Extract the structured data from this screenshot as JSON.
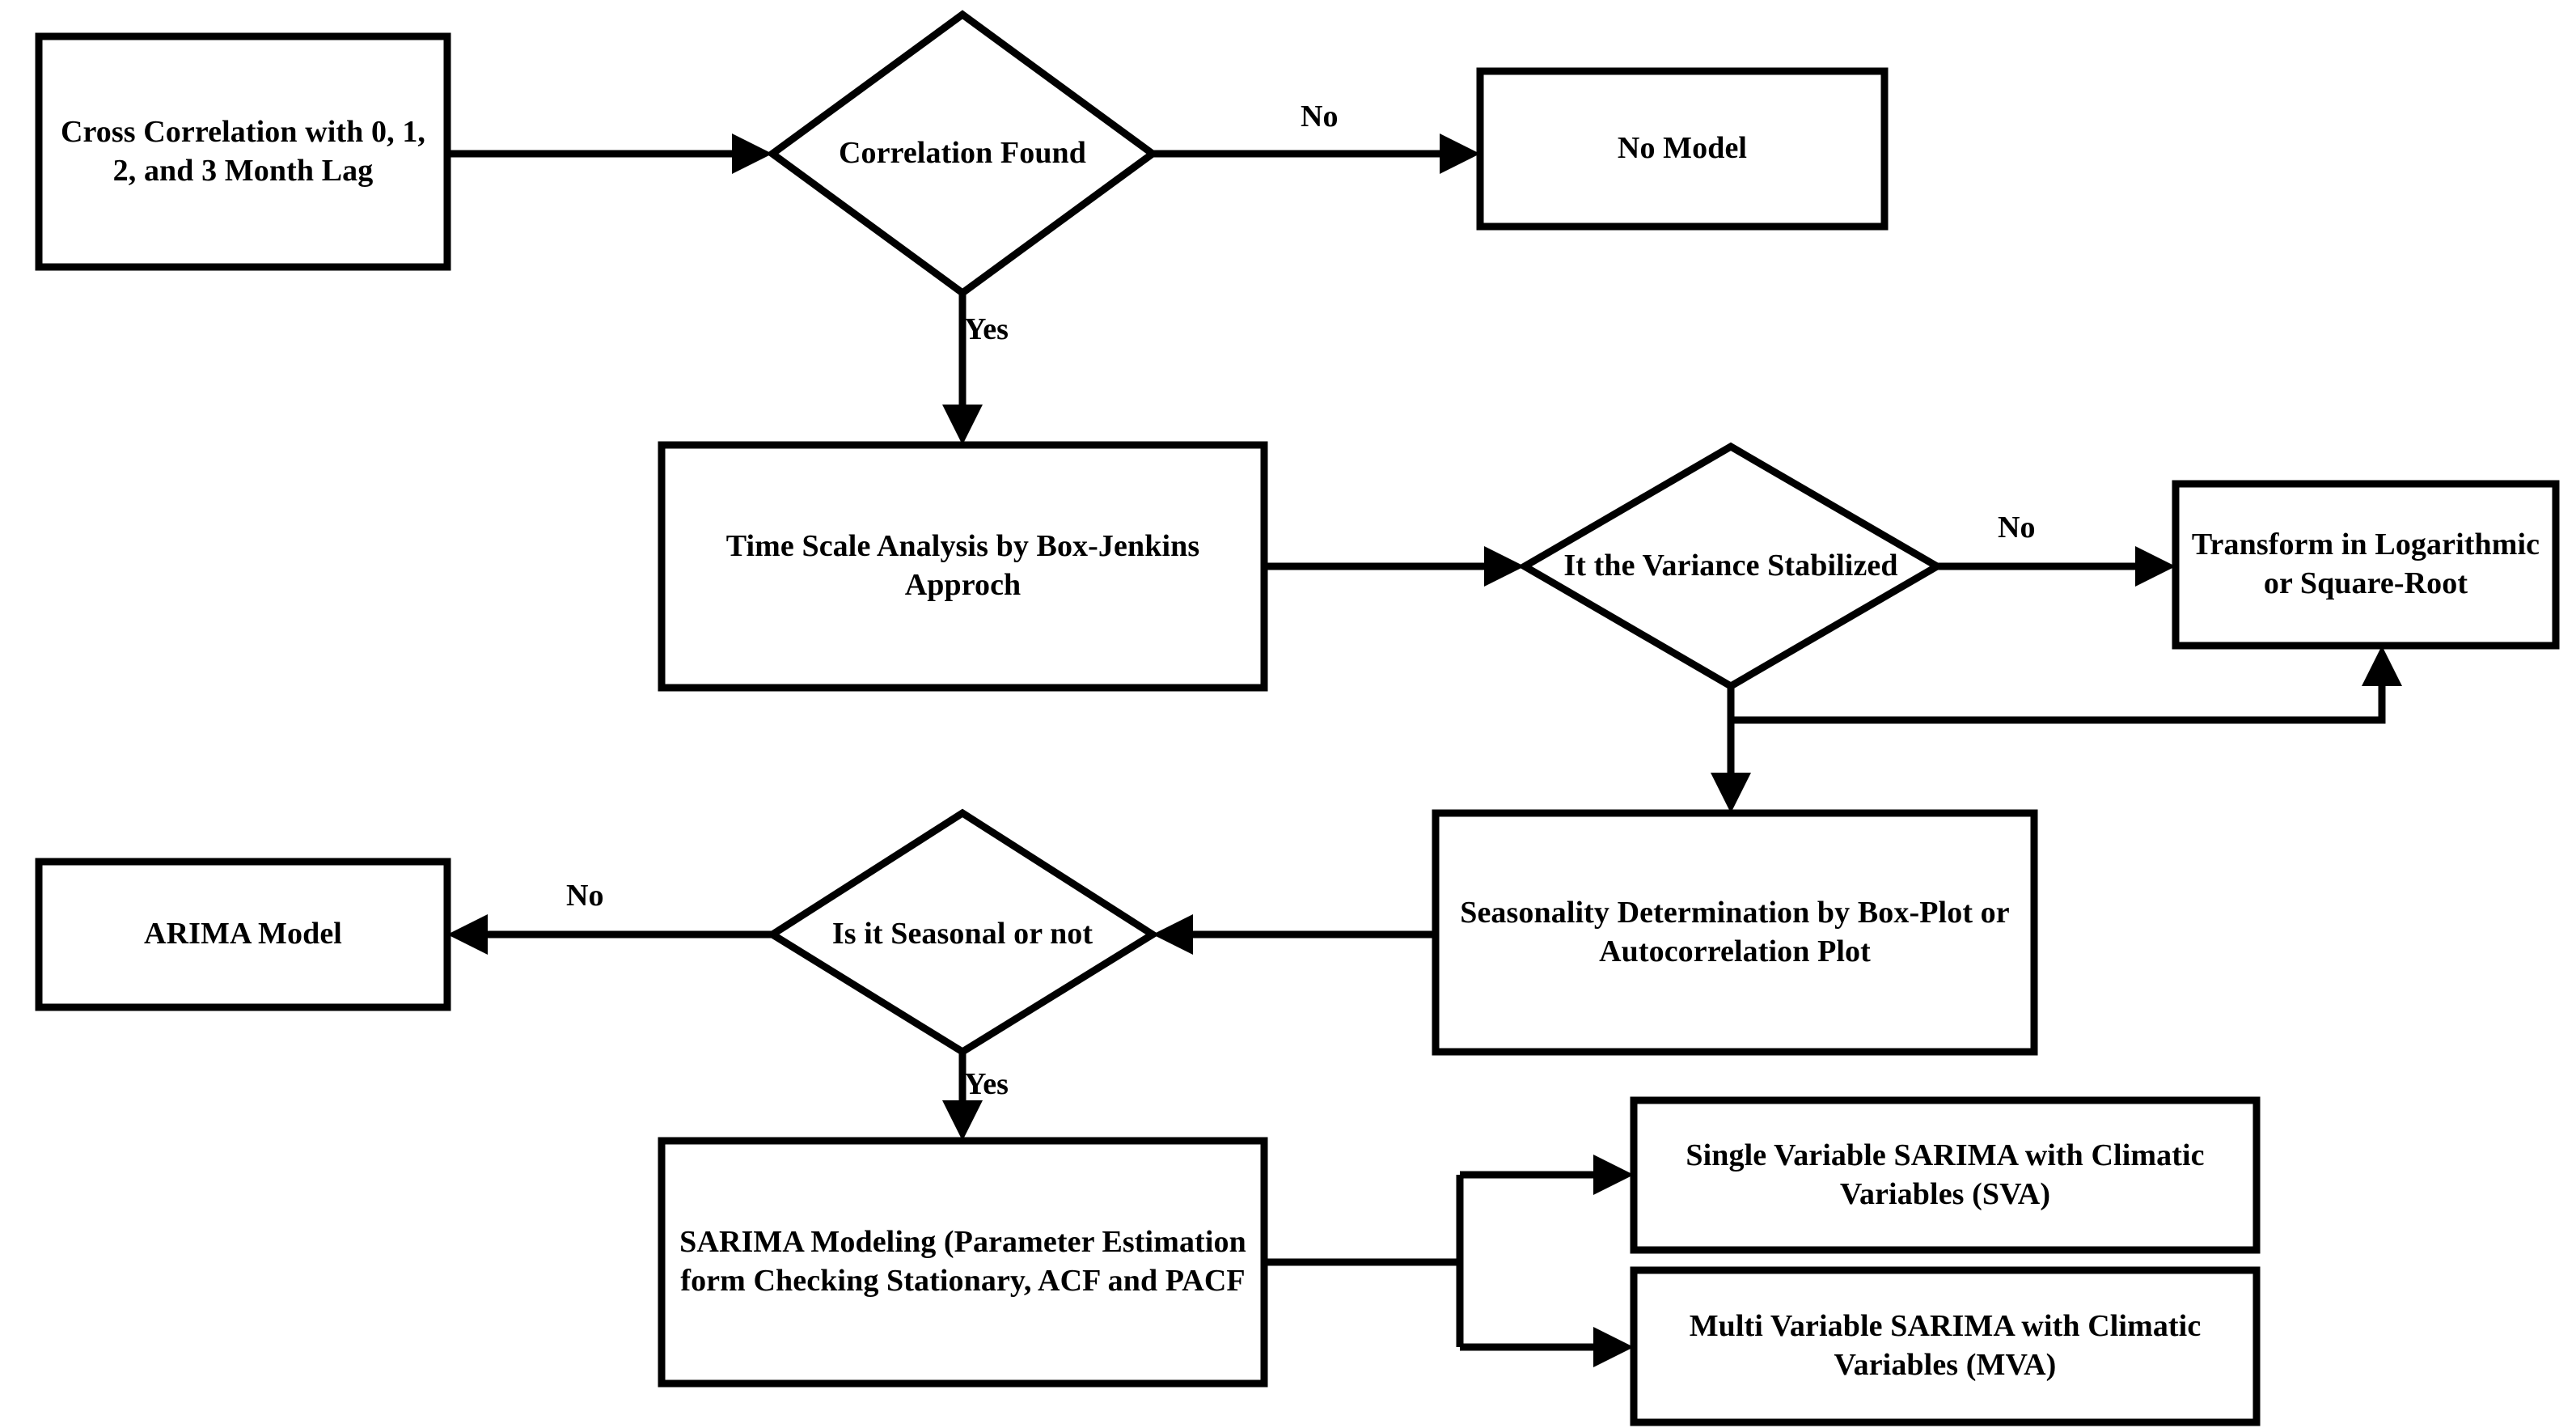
{
  "diagram": {
    "title": "SARIMA / ARIMA Climatic Time Series Modeling Workflow",
    "type": "flowchart",
    "background_color": "#ffffff",
    "line_color": "#000000",
    "text_color": "#000000",
    "nodes": {
      "cross_correlation": {
        "shape": "process",
        "label": "Cross Correlation with 0, 1, 2, and 3 Month Lag"
      },
      "correlation_found": {
        "shape": "decision",
        "label": "Correlation Found"
      },
      "no_model": {
        "shape": "process",
        "label": "No Model"
      },
      "time_scale_analysis": {
        "shape": "process",
        "label": "Time Scale Analysis by Box-Jenkins Approch"
      },
      "variance_stabilized": {
        "shape": "decision",
        "label": "It the Variance Stabilized"
      },
      "transform": {
        "shape": "process",
        "label": "Transform in Logarithmic or Square-Root"
      },
      "seasonality_determination": {
        "shape": "process",
        "label": "Seasonality Determination by Box-Plot or Autocorrelation Plot"
      },
      "is_seasonal": {
        "shape": "decision",
        "label": "Is it Seasonal or not"
      },
      "arima_model": {
        "shape": "process",
        "label": "ARIMA Model"
      },
      "sarima_modeling": {
        "shape": "process",
        "label": "SARIMA Modeling (Parameter Estimation form Checking Stationary, ACF and PACF"
      },
      "sva": {
        "shape": "process",
        "label": "Single Variable SARIMA with Climatic Variables (SVA)"
      },
      "mva": {
        "shape": "process",
        "label": "Multi Variable SARIMA with Climatic Variables (MVA)"
      }
    },
    "edge_labels": {
      "correlation_no": "No",
      "correlation_yes": "Yes",
      "variance_no": "No",
      "seasonal_no": "No",
      "seasonal_yes": "Yes"
    },
    "edges": [
      {
        "from": "cross_correlation",
        "to": "correlation_found",
        "label": ""
      },
      {
        "from": "correlation_found",
        "to": "no_model",
        "label": "No"
      },
      {
        "from": "correlation_found",
        "to": "time_scale_analysis",
        "label": "Yes"
      },
      {
        "from": "time_scale_analysis",
        "to": "variance_stabilized",
        "label": ""
      },
      {
        "from": "variance_stabilized",
        "to": "transform",
        "label": "No"
      },
      {
        "from": "variance_stabilized",
        "to": "seasonality_determination",
        "label": ""
      },
      {
        "from": "transform",
        "to": "variance_stabilized",
        "label": ""
      },
      {
        "from": "seasonality_determination",
        "to": "is_seasonal",
        "label": ""
      },
      {
        "from": "is_seasonal",
        "to": "arima_model",
        "label": "No"
      },
      {
        "from": "is_seasonal",
        "to": "sarima_modeling",
        "label": "Yes"
      },
      {
        "from": "sarima_modeling",
        "to": "sva",
        "label": ""
      },
      {
        "from": "sarima_modeling",
        "to": "mva",
        "label": ""
      }
    ]
  }
}
